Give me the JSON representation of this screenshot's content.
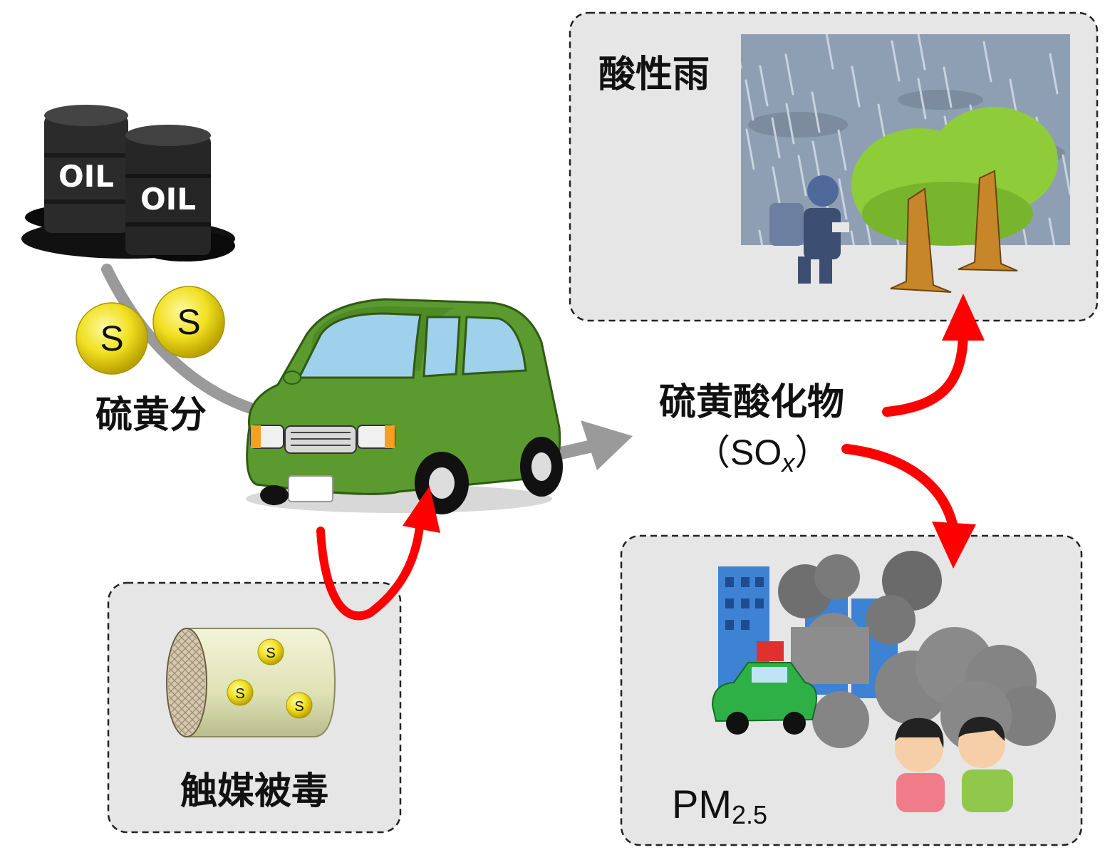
{
  "labels": {
    "sulfur_content": "硫黄分",
    "sulfur_oxide": "硫黄酸化物",
    "sox_open": "（SO",
    "sox_sub": "x",
    "sox_close": "）",
    "acid_rain": "酸性雨",
    "catalyst_poisoning": "触媒被毒",
    "pm_main": "PM",
    "pm_sub": "2.5"
  },
  "barrel_text": "OIL",
  "sulfur_ball_text": "S",
  "colors": {
    "red_arrow": "#ff0000",
    "gray_arrow": "#9a9a9a",
    "car_body": "#5a9a2e",
    "panel_bg": "#e6e6e6",
    "sulfur_ball": "#f0e020",
    "tree": "#8fcc3a",
    "rain_bg": "#8f9fb3"
  }
}
